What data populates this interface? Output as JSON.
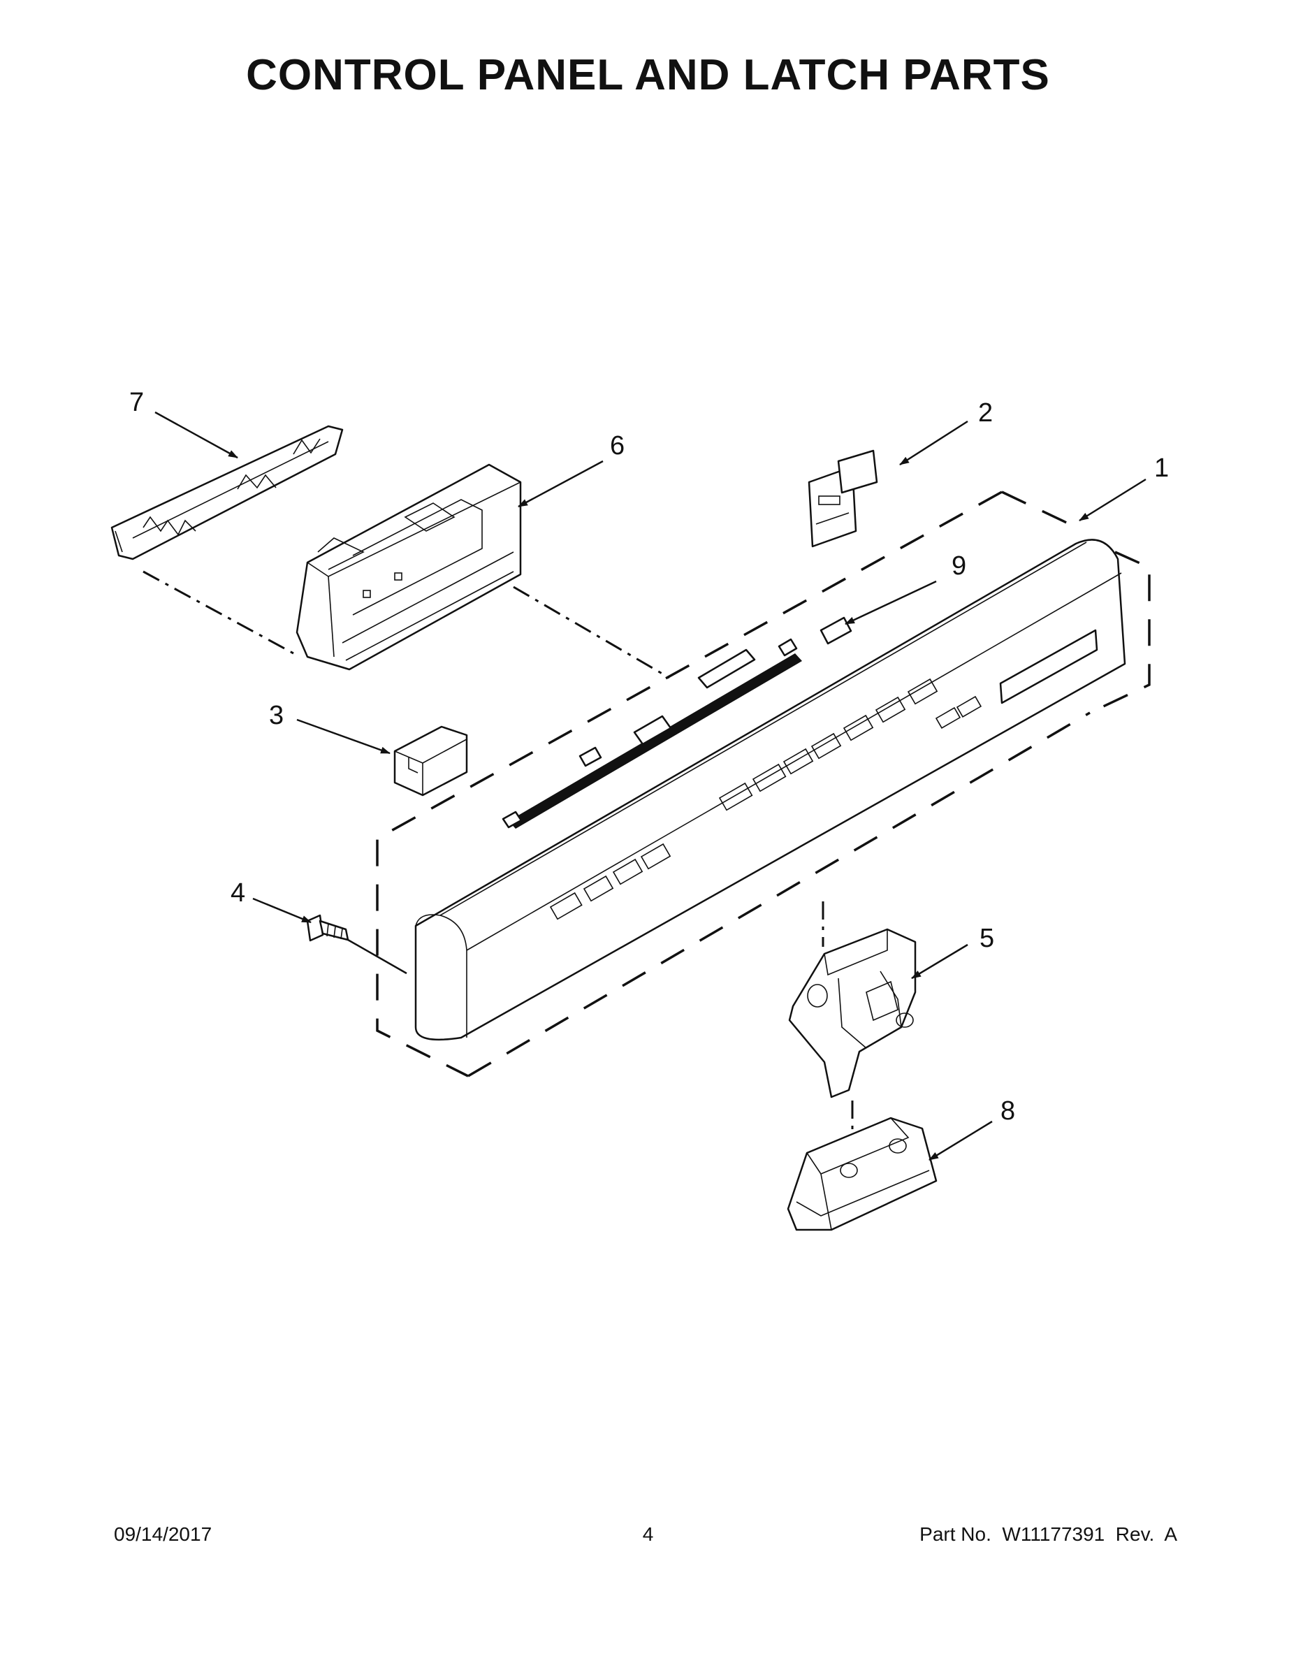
{
  "title": "CONTROL PANEL AND LATCH PARTS",
  "callouts": [
    "1",
    "2",
    "3",
    "4",
    "5",
    "6",
    "7",
    "8",
    "9"
  ],
  "footer": {
    "date": "09/14/2017",
    "page": "4",
    "part_number": "Part No.  W11177391  Rev.  A"
  }
}
